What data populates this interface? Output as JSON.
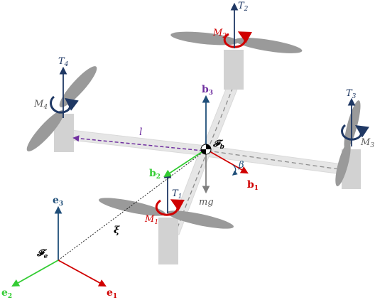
{
  "colors": {
    "arm": "#e6e6e6",
    "arm_stroke": "#d9d9d9",
    "motor_block": "#d2d2d2",
    "propeller": "#9a9a9a",
    "body_axis_blue": "#1f4e79",
    "thrust_navy": "#1f3864",
    "inertial_blue": "#1f4e79",
    "red_axis": "#d00000",
    "green_axis": "#33cc33",
    "purple": "#7030a0",
    "gray_text": "#595959",
    "dash_gray": "#8c8c8c",
    "xi_line": "#222222",
    "moment_red": "#d00000",
    "moment_navy": "#1f3864"
  },
  "icons": {
    "moment_arrow": "curved-rotation-arrow",
    "com_marker": "center-of-mass-symbol"
  },
  "labels": {
    "thrust": [
      "T",
      "T",
      "T",
      "T"
    ],
    "thrust_sub": [
      "1",
      "2",
      "3",
      "4"
    ],
    "moment": [
      "M",
      "M",
      "M",
      "M"
    ],
    "moment_sub": [
      "1",
      "2",
      "3",
      "4"
    ],
    "body_frame": "𝓕",
    "body_frame_sub": "b",
    "inertial_frame": "𝓕",
    "inertial_frame_sub": "e",
    "b1": "b",
    "b1_sub": "1",
    "b2": "b",
    "b2_sub": "2",
    "b3": "b",
    "b3_sub": "3",
    "e1": "e",
    "e1_sub": "1",
    "e2": "e",
    "e2_sub": "2",
    "e3": "e",
    "e3_sub": "3",
    "arm_length": "l",
    "tilt_angle": "β",
    "gravity": "mg",
    "position": "ξ"
  }
}
